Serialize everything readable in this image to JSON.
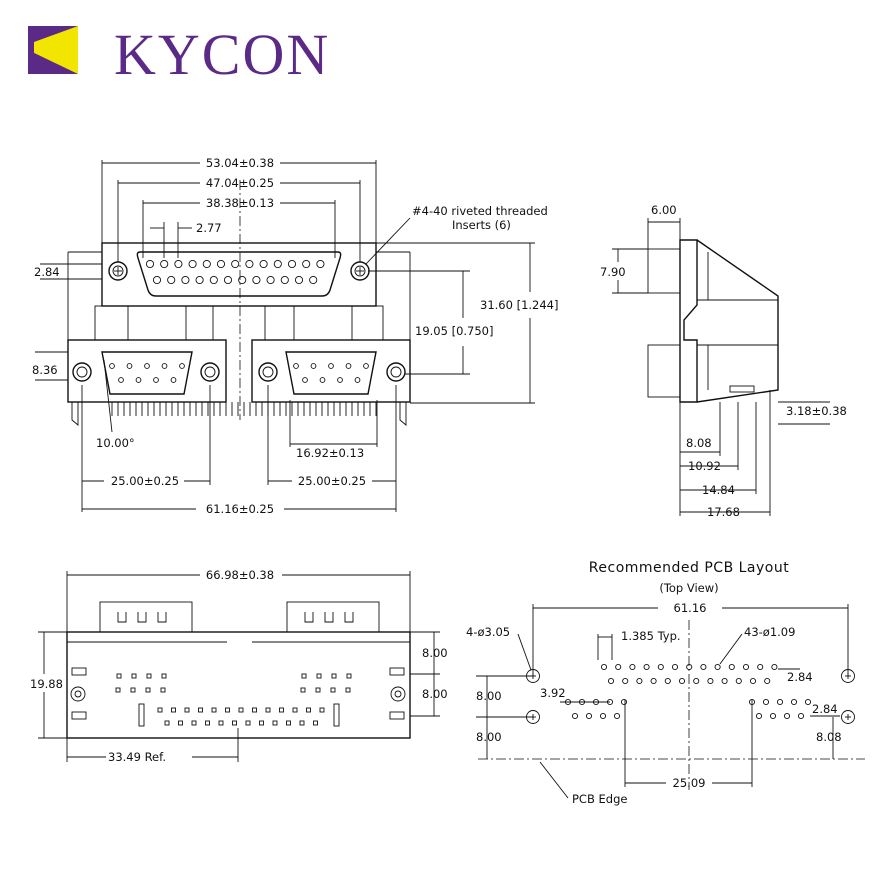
{
  "brand": {
    "name": "KYCON",
    "colors": {
      "purple": "#5a2a86",
      "yellow": "#f2e600"
    }
  },
  "front_view": {
    "overall_width": "53.04±0.38",
    "insert_spacing": "47.04±0.25",
    "pin_row_span": "38.38±0.13",
    "pin_pitch": "2.77",
    "insert_note_line1": "#4-40 riveted threaded",
    "insert_note_line2": "Inserts (6)",
    "top_insert_offset": "2.84",
    "height": "31.60 [1.244]",
    "vertical_spacing": "19.05 [0.750]",
    "lower_insert_offset": "8.36",
    "angle": "10.00°",
    "lower_pin_span": "16.92±0.13",
    "left_spacing": "25.00±0.25",
    "right_spacing": "25.00±0.25",
    "total_width": "61.16±0.25"
  },
  "side_view": {
    "top_depth": "6.00",
    "shell_height": "7.90",
    "standoff": "3.18±0.38",
    "pin_a": "8.08",
    "pin_b": "10.92",
    "pin_c": "14.84",
    "overall": "17.68"
  },
  "bottom_view": {
    "overall_width": "66.98±0.38",
    "height": "19.88",
    "spacing_top": "8.00",
    "spacing_bottom": "8.00",
    "reference": "33.49 Ref."
  },
  "pcb_layout": {
    "title": "Recommended PCB Layout",
    "subtitle": "(Top View)",
    "overall": "61.16",
    "mount_holes": "4-ø3.05",
    "pitch": "1.385 Typ.",
    "pin_holes": "43-ø1.09",
    "offset_top": "2.84",
    "offset_low": "2.84",
    "row_offset": "3.92",
    "spacing_1": "8.00",
    "spacing_2": "8.00",
    "edge_offset": "8.08",
    "center_spacing": "25.09",
    "edge_label": "PCB Edge"
  }
}
